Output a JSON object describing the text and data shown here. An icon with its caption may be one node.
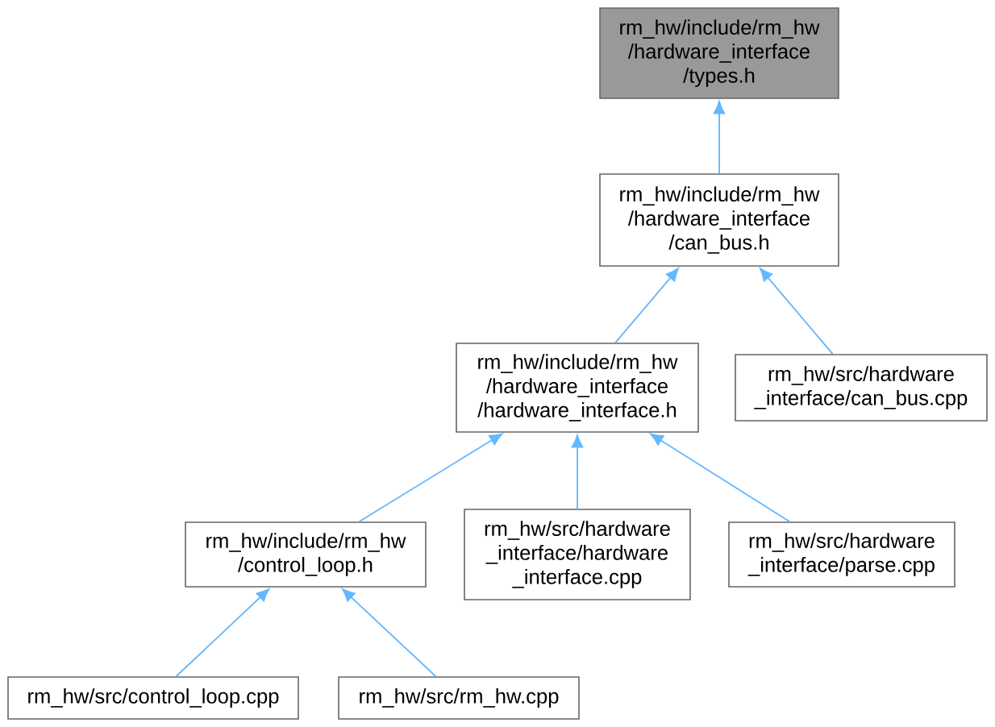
{
  "diagram": {
    "nodes": [
      {
        "text": [
          "rm_hw/include/rm_hw /hardware_interface /types.h"
        ]
      },
      {
        "text": [
          "rm_hw/include/rm_hw /hardware_interface /can_bus.h"
        ]
      },
      {
        "text": [
          "rm_hw/include/rm_hw /hardware_interface /hardware_interface.h"
        ]
      },
      {
        "text": [
          "rm_hw/src/hardware _interface/can_bus.cpp"
        ]
      },
      {
        "text": [
          "rm_hw/include/rm_hw /control_loop.h"
        ]
      },
      {
        "text": [
          "rm_hw/src/hardware _interface/hardware _interface.cpp"
        ]
      },
      {
        "text": [
          "rm_hw/src/hardware _interface/parse.cpp"
        ]
      },
      {
        "text": [
          "rm_hw/src/control_loop.cpp"
        ]
      },
      {
        "text": [
          "rm_hw/src/rm_hw.cpp"
        ]
      }
    ],
    "edges": [
      {
        "from": 1,
        "to": 0,
        "arrow": "to"
      },
      {
        "from": 2,
        "to": 1,
        "arrow": "to"
      },
      {
        "from": 3,
        "to": 1,
        "arrow": "to"
      },
      {
        "from": 4,
        "to": 2,
        "arrow": "to"
      },
      {
        "from": 5,
        "to": 2,
        "arrow": "to"
      },
      {
        "from": 6,
        "to": 2,
        "arrow": "to"
      },
      {
        "from": 7,
        "to": 4,
        "arrow": "to"
      },
      {
        "from": 8,
        "to": 4,
        "arrow": "to"
      }
    ]
  }
}
